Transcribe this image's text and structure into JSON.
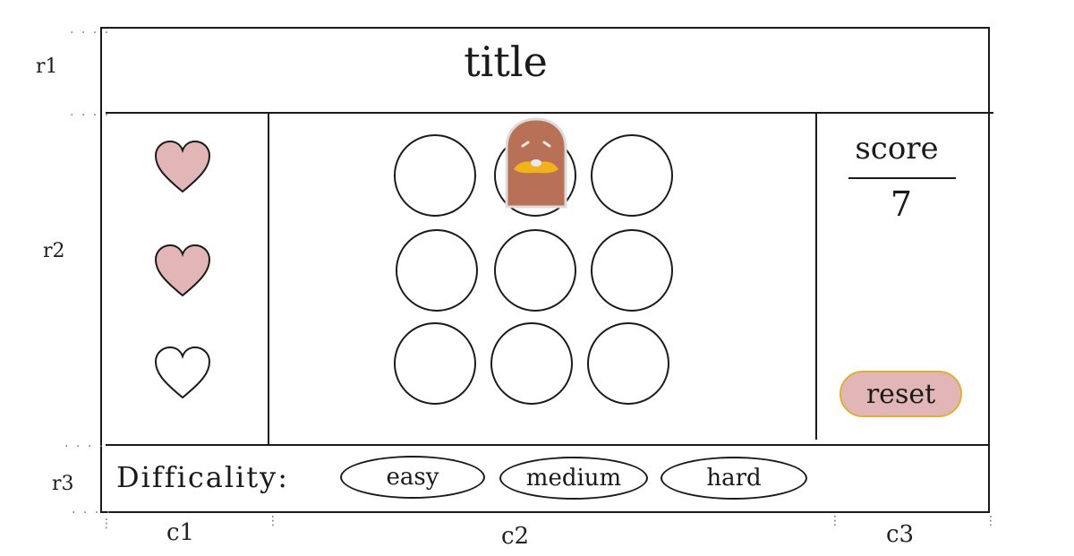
{
  "header": {
    "title": "title"
  },
  "lives": {
    "filled_color": "#e2b6b6",
    "items": [
      {
        "state": "filled",
        "icon": "heart-icon"
      },
      {
        "state": "filled",
        "icon": "heart-icon"
      },
      {
        "state": "empty",
        "icon": "heart-icon"
      }
    ]
  },
  "board": {
    "holes": 9,
    "active_hole": 2,
    "mole_colors": {
      "body": "#b87056",
      "mustache": "#f2b21c"
    }
  },
  "score": {
    "label": "score",
    "value": "7"
  },
  "reset": {
    "label": "reset",
    "fill": "#e2b6b6",
    "border": "#e0ad3a"
  },
  "difficulty": {
    "label": "Difficality:",
    "options": [
      "easy",
      "medium",
      "hard"
    ]
  },
  "annotations": {
    "rows": [
      "r1",
      "r2",
      "r3"
    ],
    "cols": [
      "c1",
      "c2",
      "c3"
    ]
  }
}
